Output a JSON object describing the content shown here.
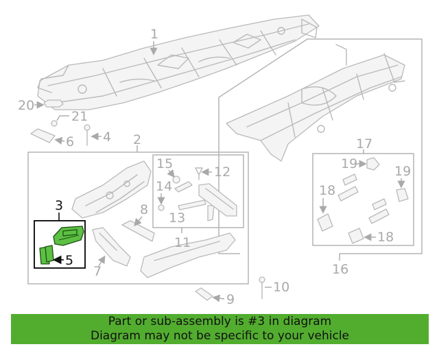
{
  "callouts": {
    "c1": "1",
    "c2": "2",
    "c3": "3",
    "c4": "4",
    "c5": "5",
    "c6": "6",
    "c7": "7",
    "c8": "8",
    "c9": "9",
    "c10": "10",
    "c11": "11",
    "c12": "12",
    "c13": "13",
    "c14": "14",
    "c15": "15",
    "c16": "16",
    "c17": "17",
    "c18a": "18",
    "c18b": "18",
    "c19a": "19",
    "c19b": "19",
    "c20": "20",
    "c21": "21"
  },
  "highlight": {
    "part_number": "3",
    "color": "#5cc043"
  },
  "banner": {
    "line1": "Part or sub-assembly is #3 in diagram",
    "line2": "Diagram may not be specific to your vehicle",
    "color": "#52ad2f"
  }
}
